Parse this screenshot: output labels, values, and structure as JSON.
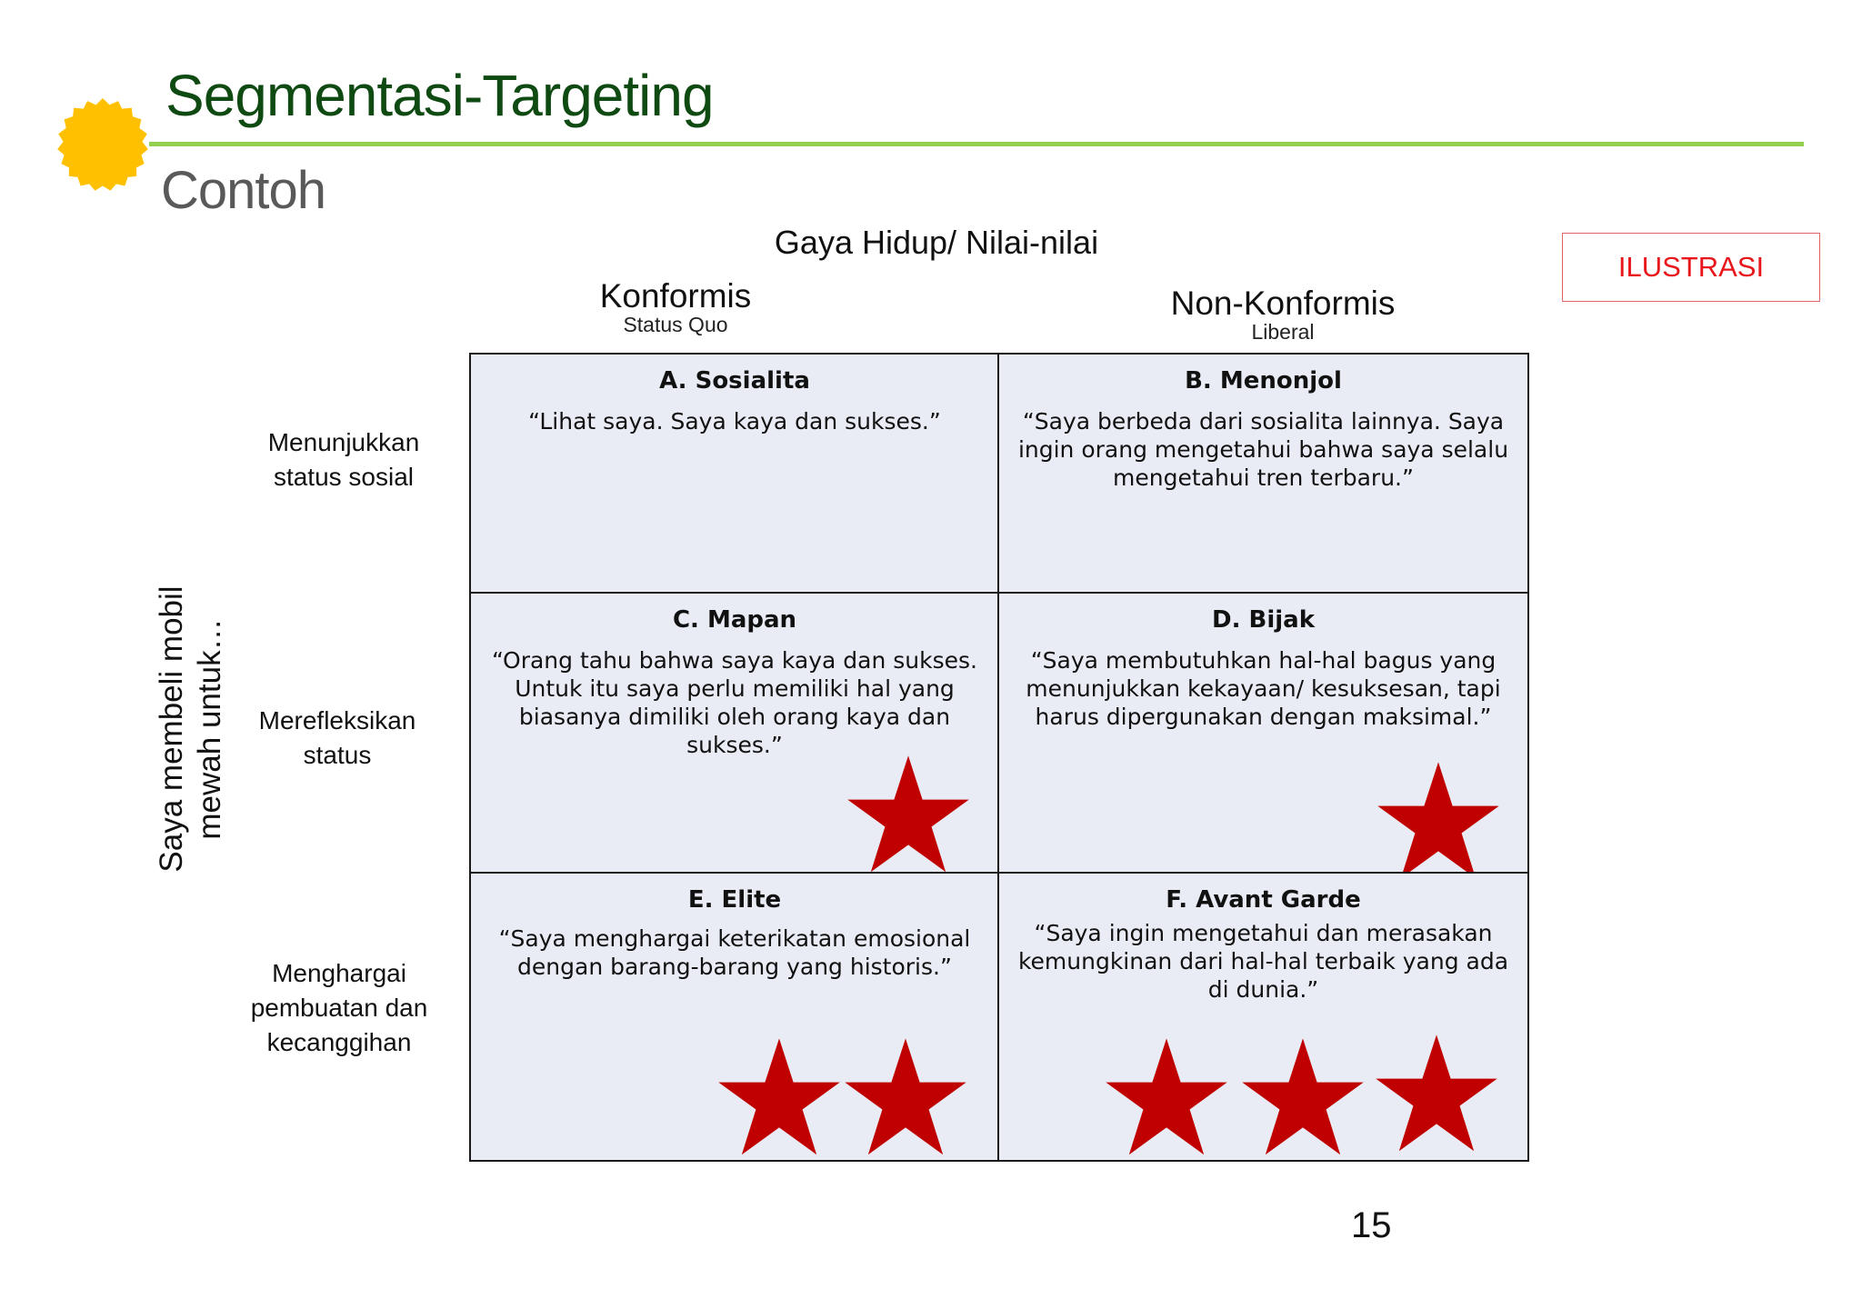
{
  "slide": {
    "title": "Segmentasi-Targeting",
    "subtitle": "Contoh",
    "badge": "ILUSTRASI",
    "page_number": "15"
  },
  "axes": {
    "top_title": "Gaya Hidup/ Nilai-nilai",
    "side_title_line1": "Saya membeli mobil",
    "side_title_line2": "mewah untuk…"
  },
  "columns": [
    {
      "label": "Konformis",
      "sub": "Status Quo"
    },
    {
      "label": "Non-Konformis",
      "sub": "Liberal"
    }
  ],
  "rows": [
    {
      "label_line1": "Menunjukkan",
      "label_line2": "status sosial",
      "label_line3": ""
    },
    {
      "label_line1": "Merefleksikan",
      "label_line2": "status",
      "label_line3": ""
    },
    {
      "label_line1": "Menghargai",
      "label_line2": "pembuatan dan",
      "label_line3": "kecanggihan"
    }
  ],
  "cells": {
    "a": {
      "title": "A. Sosialita",
      "quote": "“Lihat saya. Saya kaya dan sukses.”",
      "stars": 0
    },
    "b": {
      "title": "B. Menonjol",
      "quote": "“Saya berbeda dari sosialita lainnya. Saya ingin orang mengetahui bahwa saya selalu mengetahui tren terbaru.”",
      "stars": 0
    },
    "c": {
      "title": "C. Mapan",
      "quote": "“Orang tahu bahwa saya kaya dan sukses. Untuk itu saya perlu memiliki hal yang biasanya dimiliki oleh orang kaya dan sukses.”",
      "stars": 1
    },
    "d": {
      "title": "D. Bijak",
      "quote": "“Saya membutuhkan hal-hal bagus yang menunjukkan kekayaan/ kesuksesan, tapi harus dipergunakan dengan maksimal.”",
      "stars": 1
    },
    "e": {
      "title": "E. Elite",
      "quote": "“Saya menghargai keterikatan emosional dengan barang-barang yang historis.”",
      "stars": 2
    },
    "f": {
      "title": "F. Avant Garde",
      "quote": "“Saya ingin mengetahui dan merasakan kemungkinan dari hal-hal terbaik yang ada di dunia.”",
      "stars": 3
    }
  },
  "icons": {
    "header": "sun-icon",
    "rating": "star-icon"
  },
  "colors": {
    "title": "#0f4a12",
    "rule": "#92d050",
    "sun": "#ffc000",
    "badge_text": "#e8161b",
    "star": "#c00000",
    "cell_bg": "#e9ecf5"
  }
}
